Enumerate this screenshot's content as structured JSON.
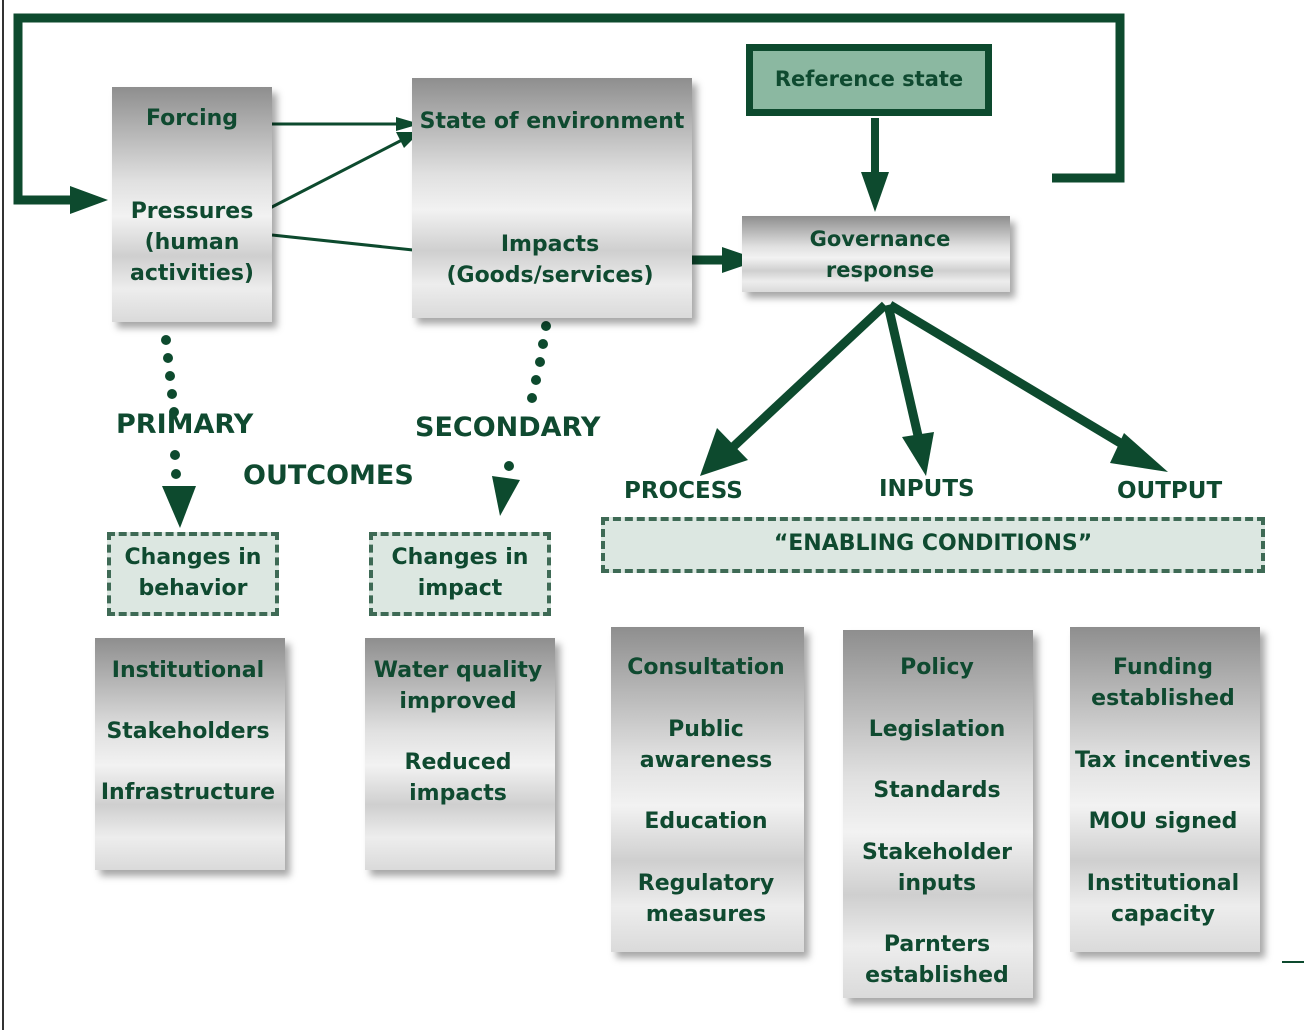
{
  "nodes": {
    "forcing": "Forcing",
    "pressures": [
      "Pressures",
      "(human",
      "activities)"
    ],
    "state": "State of environment",
    "impacts": [
      "Impacts",
      "(Goods/services)"
    ],
    "reference_state": "Reference state",
    "governance": [
      "Governance",
      "response"
    ]
  },
  "labels": {
    "primary": "PRIMARY",
    "secondary": "SECONDARY",
    "outcomes": "OUTCOMES",
    "process": "PROCESS",
    "inputs": "INPUTS",
    "output": "OUTPUT",
    "enabling": "“ENABLING CONDITIONS”"
  },
  "outcome_boxes": {
    "behavior": [
      "Changes in",
      "behavior"
    ],
    "impact": [
      "Changes in",
      "impact"
    ]
  },
  "lists": {
    "primary": [
      "Institutional",
      "Stakeholders",
      "Infrastructure"
    ],
    "secondary": [
      [
        "Water quality",
        "improved"
      ],
      [
        "Reduced",
        "impacts"
      ]
    ],
    "process": [
      "Consultation",
      [
        "Public",
        "awareness"
      ],
      "Education",
      [
        "Regulatory",
        "measures"
      ]
    ],
    "inputs": [
      "Policy",
      "Legislation",
      "Standards",
      [
        "Stakeholder",
        "inputs"
      ],
      [
        "Parnters",
        "established"
      ]
    ],
    "output": [
      [
        "Funding",
        "established"
      ],
      "Tax incentives",
      "MOU signed",
      [
        "Institutional",
        "capacity"
      ]
    ]
  },
  "colors": {
    "dark_green": "#0d4a2e",
    "text_green": "#0f4a30",
    "light_green": "#8bb8a1",
    "pale_green": "#dce7e1"
  }
}
